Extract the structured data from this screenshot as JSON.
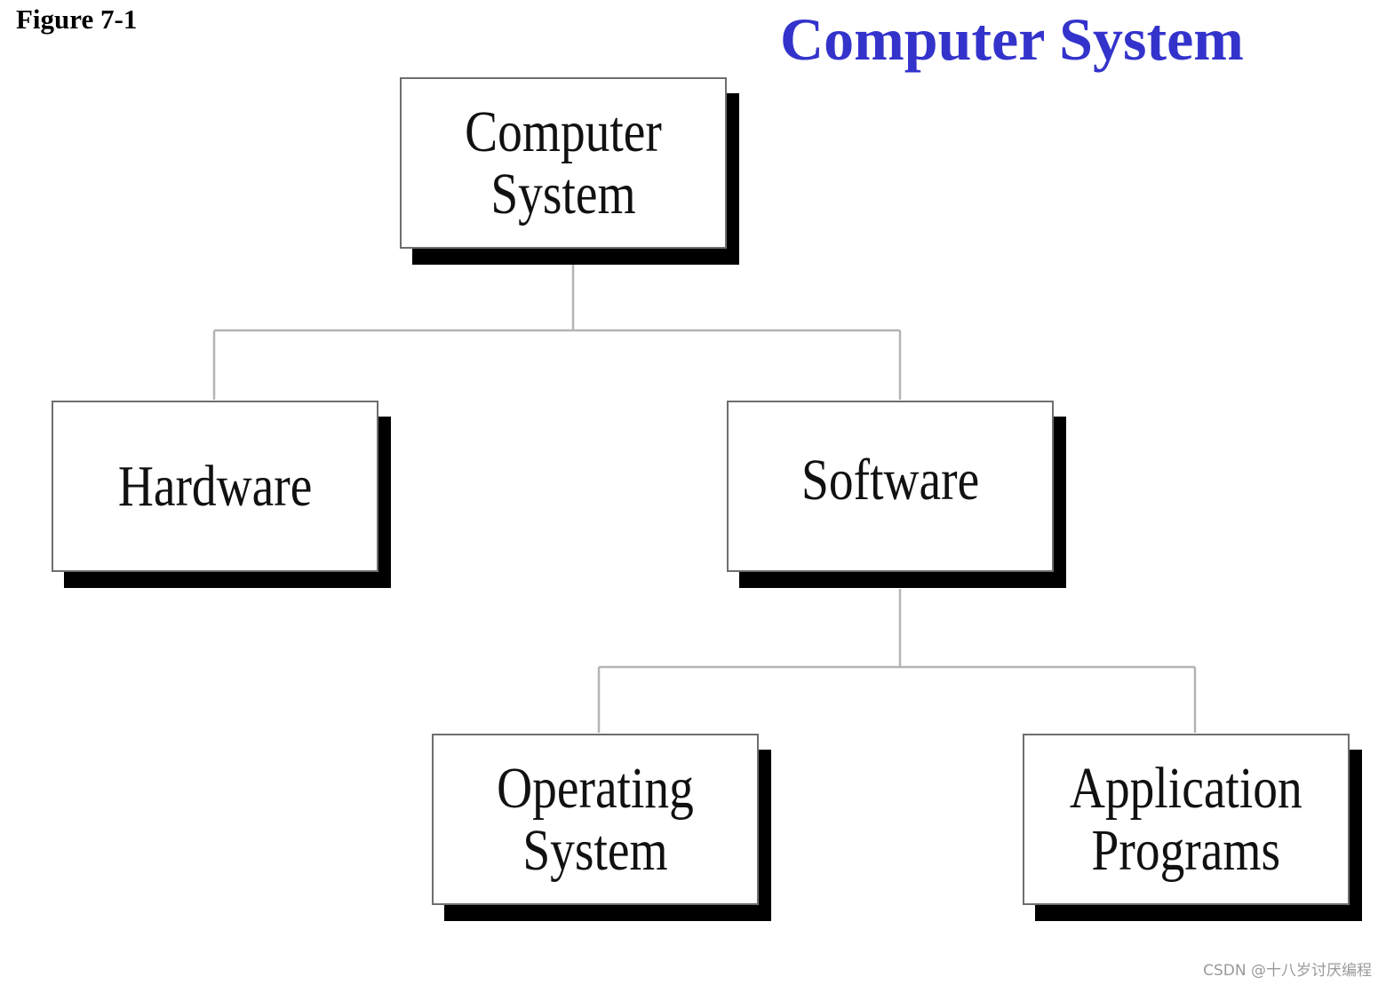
{
  "figure_label": "Figure 7-1",
  "title": "Computer System",
  "colors": {
    "title": "#3333cc",
    "connector": "#b4b4b4",
    "shadow": "#000000",
    "box_border": "#6e6e6e"
  },
  "nodes": {
    "root": {
      "lines": [
        "Computer",
        "System"
      ]
    },
    "hardware": {
      "lines": [
        "Hardware"
      ]
    },
    "software": {
      "lines": [
        "Software"
      ]
    },
    "os": {
      "lines": [
        "Operating",
        "System"
      ]
    },
    "apps": {
      "lines": [
        "Application",
        "Programs"
      ]
    }
  },
  "edges": [
    {
      "from": "Computer System",
      "to": "Hardware"
    },
    {
      "from": "Computer System",
      "to": "Software"
    },
    {
      "from": "Software",
      "to": "Operating System"
    },
    {
      "from": "Software",
      "to": "Application Programs"
    }
  ],
  "watermark": "CSDN @十八岁讨厌编程"
}
